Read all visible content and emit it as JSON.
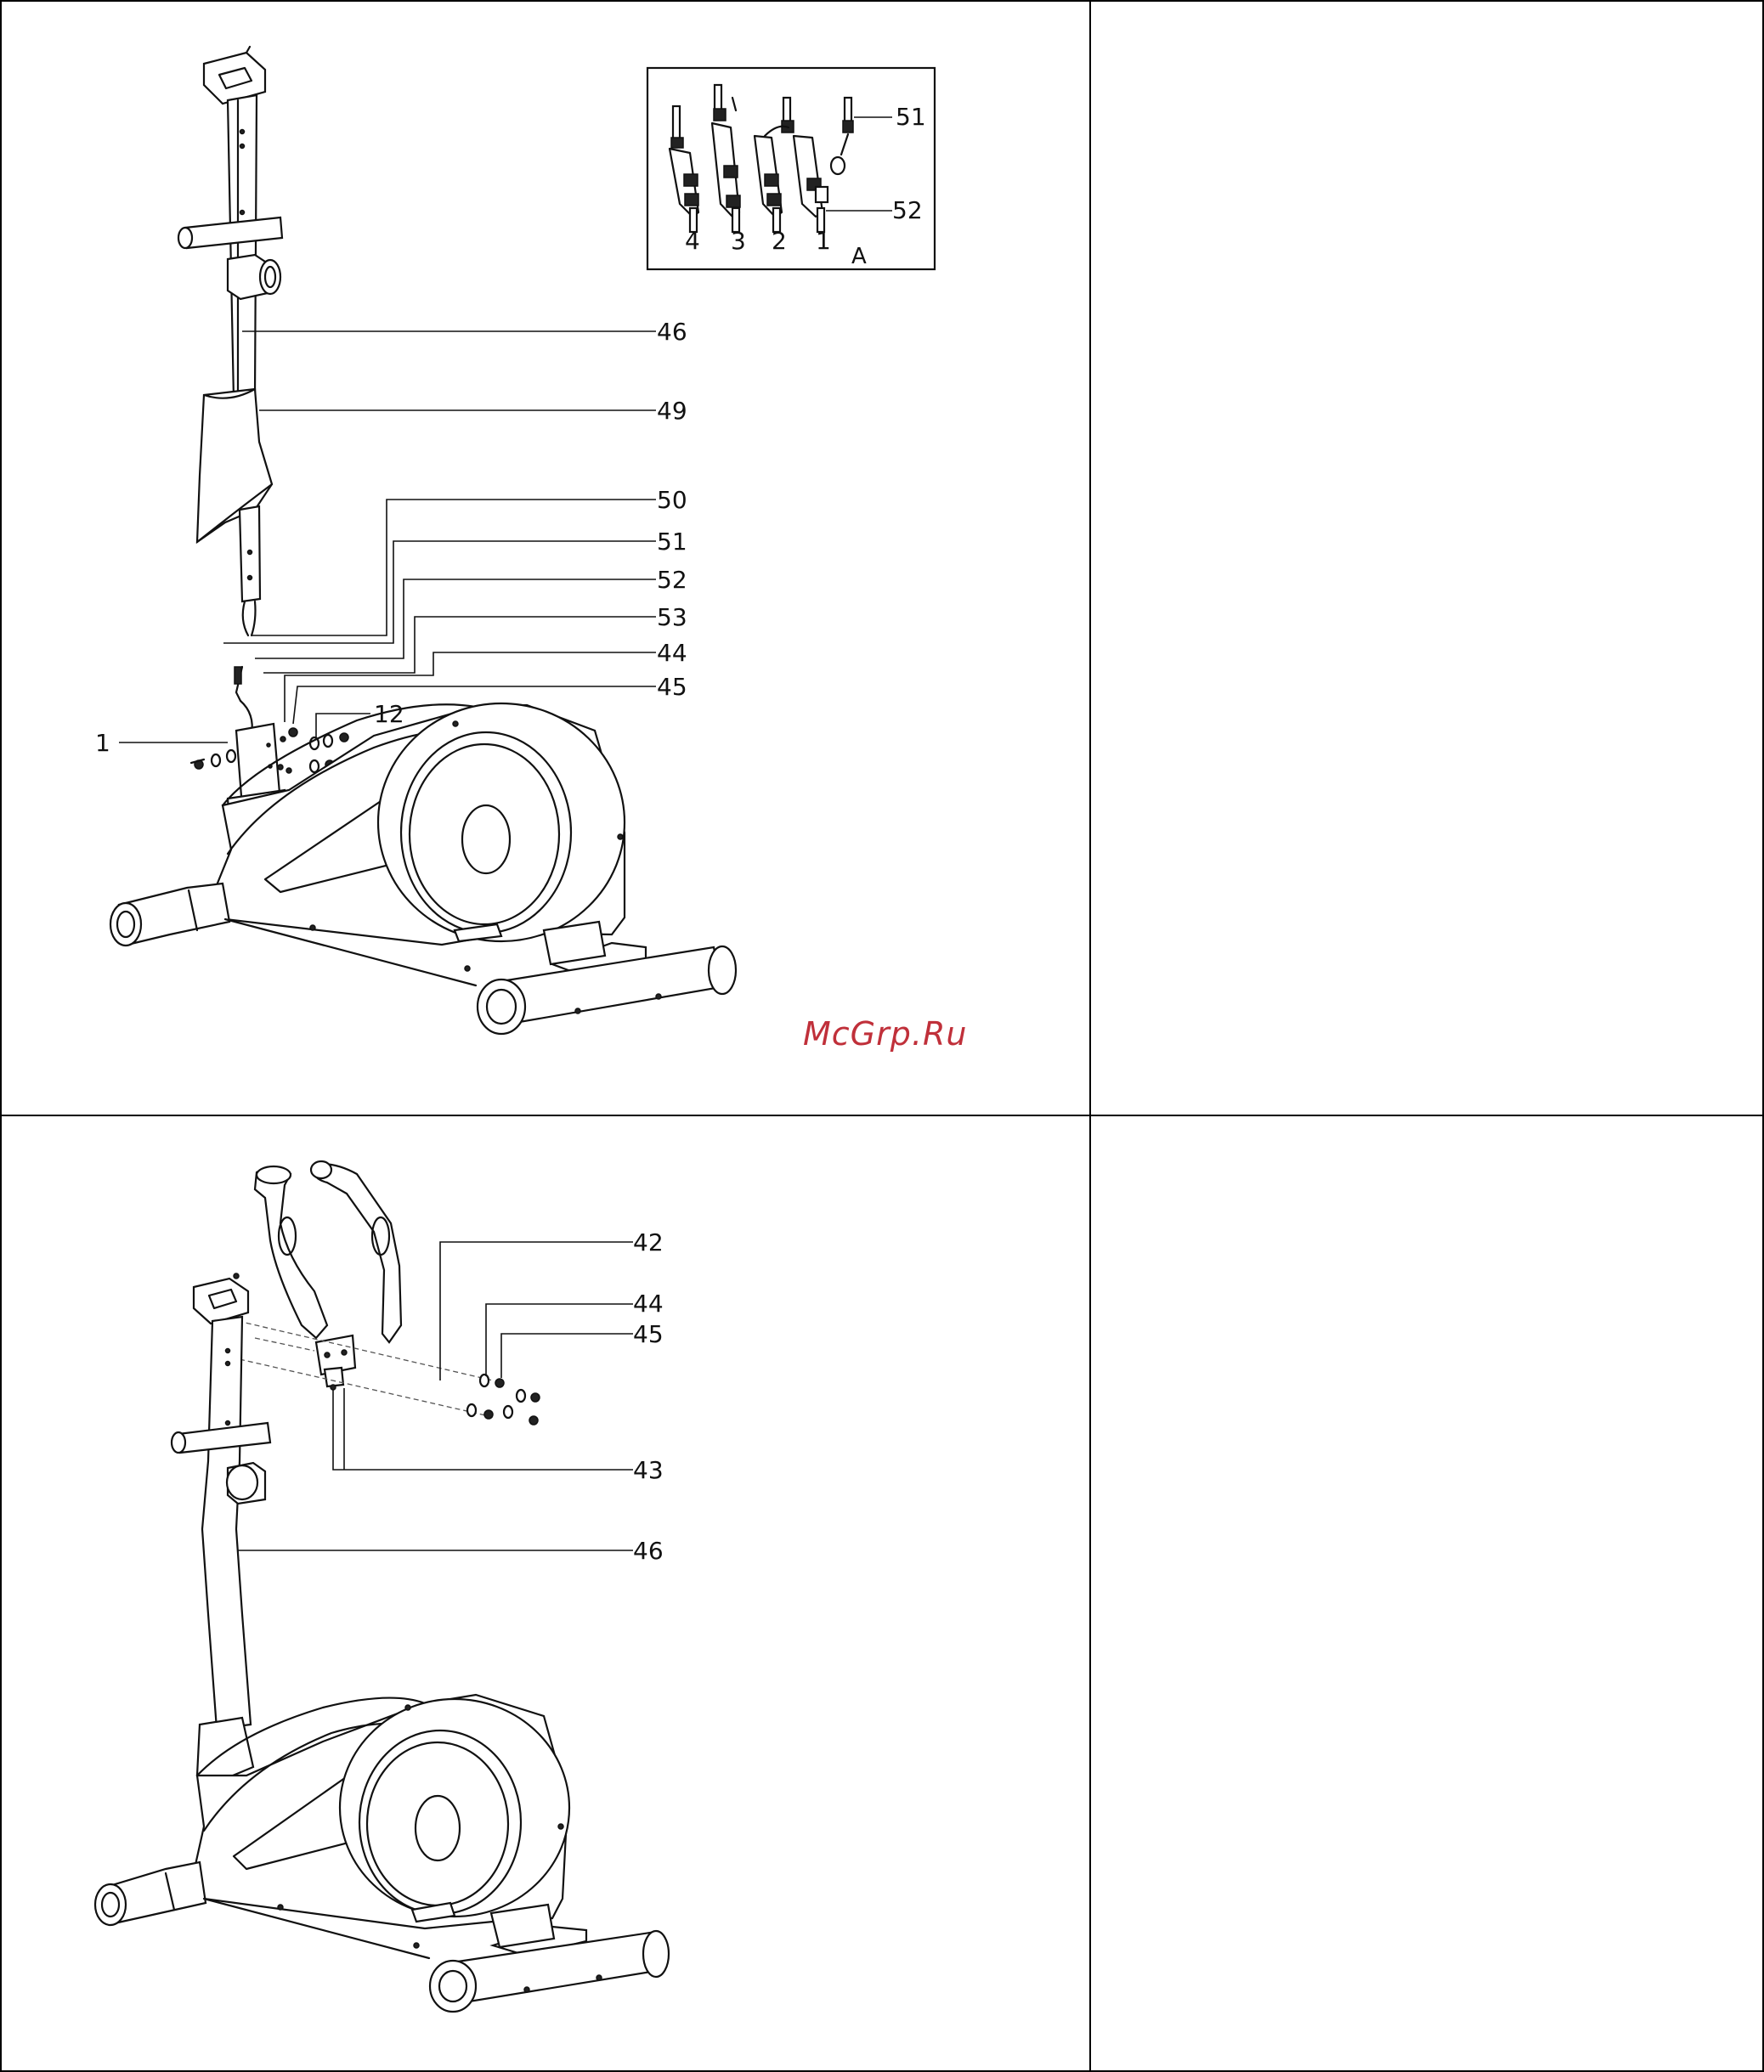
{
  "figure1": {
    "inset_caption": "A",
    "inset_steps": [
      "4",
      "3",
      "2",
      "1"
    ],
    "inset_callouts": [
      "51",
      "52"
    ],
    "callouts": {
      "c46": "46",
      "c49": "49",
      "c50": "50",
      "c51": "51",
      "c52": "52",
      "c53": "53",
      "c44": "44",
      "c45": "45",
      "c12": "12",
      "c1": "1"
    }
  },
  "figure2": {
    "callouts": {
      "c42": "42",
      "c44": "44",
      "c45": "45",
      "c43": "43",
      "c46": "46"
    }
  },
  "watermark": "McGrp.Ru"
}
